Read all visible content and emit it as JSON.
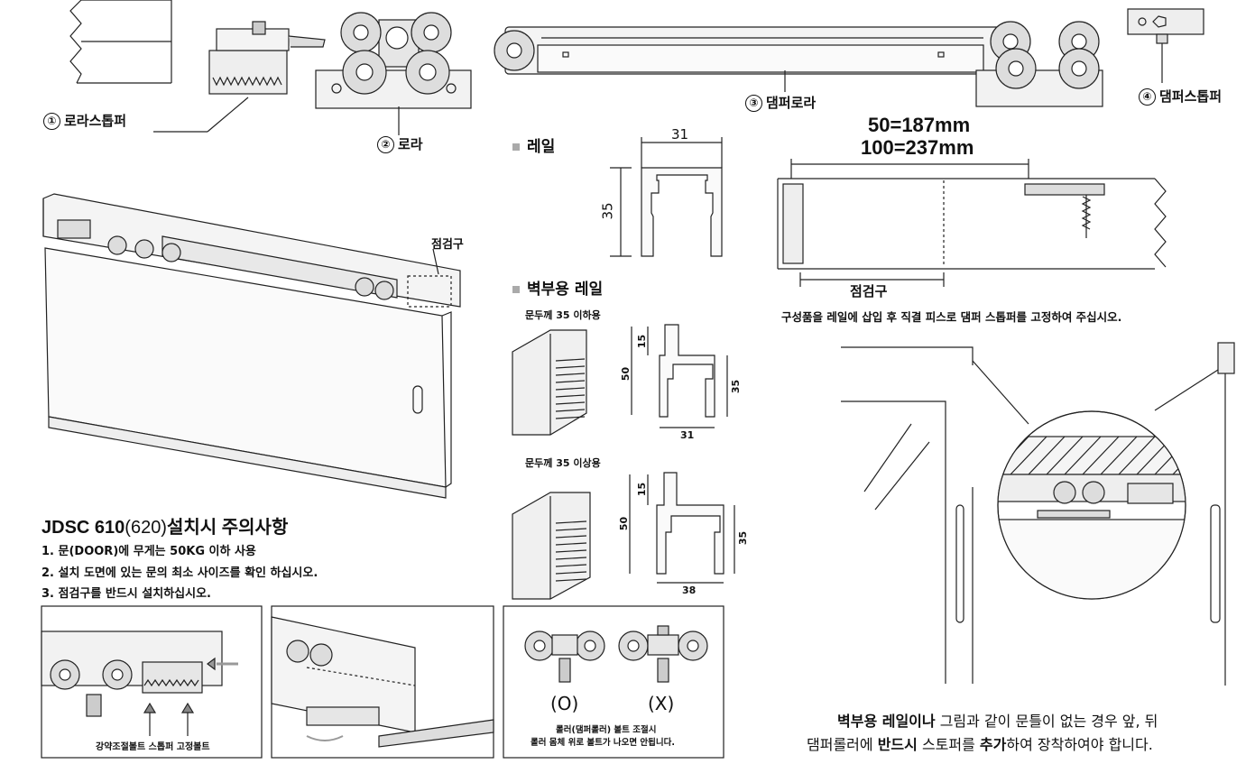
{
  "parts": {
    "p1": {
      "num": "①",
      "label": "로라스톱퍼"
    },
    "p2": {
      "num": "②",
      "label": "로라"
    },
    "p3": {
      "num": "③",
      "label": "댐퍼로라"
    },
    "p4": {
      "num": "④",
      "label": "댐퍼스톱퍼"
    }
  },
  "rail": {
    "title": "레일",
    "width": "31",
    "height": "35"
  },
  "wall_rail": {
    "title": "벽부용 레일",
    "under35": {
      "caption": "문두께 35 이하용",
      "d15": "15",
      "d50": "50",
      "d35": "35",
      "d31": "31"
    },
    "over35": {
      "caption": "문두께 35 이상용",
      "d15": "15",
      "d50": "50",
      "d35": "35",
      "d38": "38"
    }
  },
  "inspection_label": "점검구",
  "dimensions": {
    "line1": "50=187mm",
    "line2": "100=237mm"
  },
  "section_inspection_label": "점검구",
  "section_note": "구성품을 레일에 삽입 후 직결 피스로 댐퍼 스톱퍼를 고정하여 주십시오.",
  "notes": {
    "title_bold": "JDSC 610",
    "title_mid": "(620)",
    "title_rest": "설치시 주의사항",
    "items": [
      "1. 문(DOOR)에 무게는 50KG 이하 사용",
      "2. 설치 도면에 있는 문의 최소 사이즈를 확인 하십시오.",
      "3. 점검구를 반드시 설치하십시오."
    ]
  },
  "panel1": {
    "bolt_label": "강약조절볼트 스톱퍼 고정볼트"
  },
  "panel3": {
    "ok": "(O)",
    "ng": "(X)",
    "caption1": "롤러(댐퍼롤러) 볼트 조절시",
    "caption2": "롤러 몸체 위로 볼트가 나오면 안됩니다."
  },
  "bottom_note": {
    "l1_bold": "벽부용 레일이나",
    "l1_rest": " 그림과 같이 문틀이 없는 경우 앞, 뒤",
    "l2_a": "댐퍼롤러에 ",
    "l2_b": "반드시",
    "l2_c": " 스토퍼를 ",
    "l2_d": "추가",
    "l2_e": "하여 장착하여야 합니다."
  }
}
